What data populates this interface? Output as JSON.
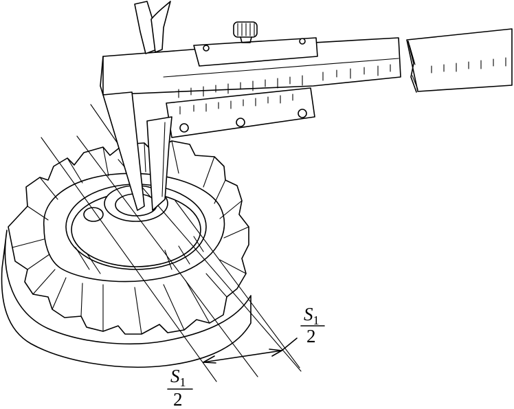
{
  "labels": {
    "upper": {
      "variable": "S",
      "subscript": "1",
      "denominator": "2"
    },
    "lower": {
      "variable": "S",
      "subscript": "1",
      "denominator": "2"
    }
  },
  "colors": {
    "ink": "#000000",
    "background": "#ffffff"
  }
}
